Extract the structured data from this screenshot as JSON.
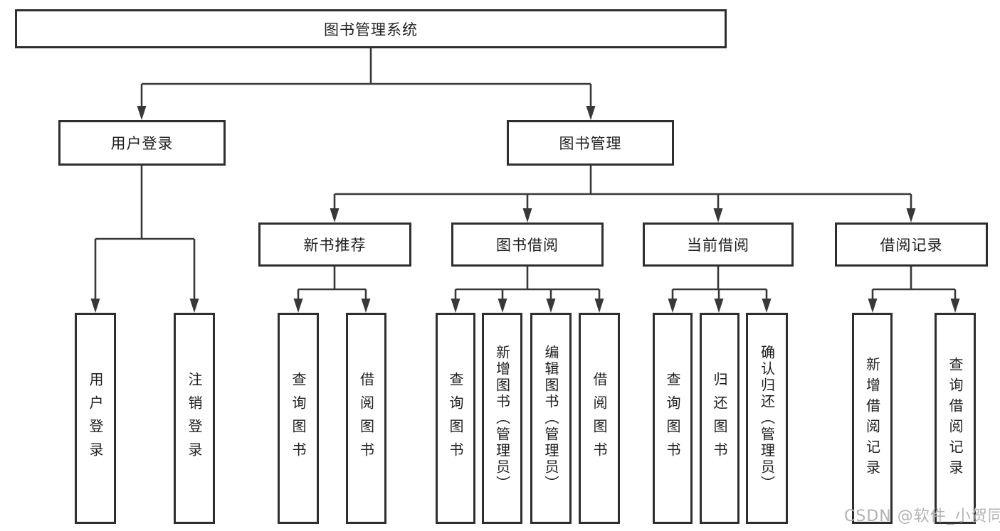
{
  "diagram": {
    "title": "图书管理系统",
    "level2": [
      {
        "label": "用户登录"
      },
      {
        "label": "图书管理"
      }
    ],
    "level3": [
      {
        "label": "新书推荐",
        "parent": "图书管理"
      },
      {
        "label": "图书借阅",
        "parent": "图书管理"
      },
      {
        "label": "当前借阅",
        "parent": "图书管理"
      },
      {
        "label": "借阅记录",
        "parent": "图书管理"
      }
    ],
    "leaves": [
      {
        "label": "用户登录",
        "parent": "用户登录"
      },
      {
        "label": "注销登录",
        "parent": "用户登录"
      },
      {
        "label": "查询图书",
        "parent": "新书推荐"
      },
      {
        "label": "借阅图书",
        "parent": "新书推荐"
      },
      {
        "label": "查询图书",
        "parent": "图书借阅"
      },
      {
        "label": "新增图书（管理员）",
        "parent": "图书借阅"
      },
      {
        "label": "编辑图书（管理员）",
        "parent": "图书借阅"
      },
      {
        "label": "借阅图书",
        "parent": "图书借阅"
      },
      {
        "label": "查询图书",
        "parent": "当前借阅"
      },
      {
        "label": "归还图书",
        "parent": "当前借阅"
      },
      {
        "label": "确认归还（管理员）",
        "parent": "当前借阅"
      },
      {
        "label": "新增借阅记录",
        "parent": "借阅记录"
      },
      {
        "label": "查询借阅记录",
        "parent": "借阅记录"
      }
    ]
  },
  "watermark": {
    "text": "CSDN @软件_小贺同学"
  },
  "colors": {
    "line": "#383838",
    "box_border": "#2e2e2e",
    "text": "#1f1f1f",
    "watermark": "#b3b3b3",
    "background": "#ffffff"
  }
}
